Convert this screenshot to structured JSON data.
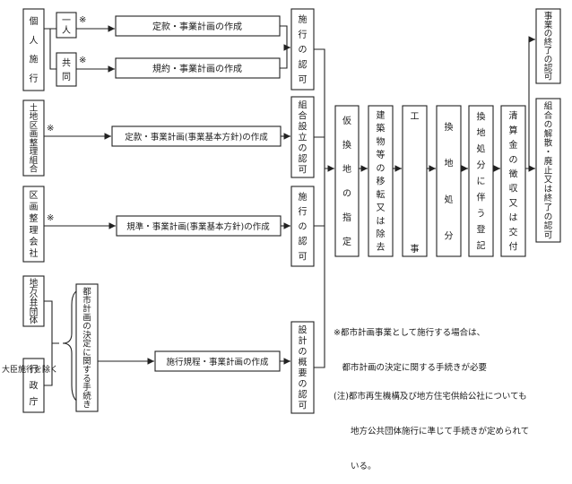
{
  "entities": {
    "individual_group": "個人施行",
    "individual": "一人",
    "joint": "共同",
    "land_readjustment_assoc": "土地区画整理組合",
    "readjustment_company": "区画整理会社",
    "local_government": "地方公共団体",
    "administrative_agency": "行政庁",
    "minister_note": "大臣施行を除く"
  },
  "steps": {
    "articles_plan": "定款・事業計画の作成",
    "rules_plan": "規約・事業計画の作成",
    "articles_plan_policy": "定款・事業計画(事業基本方針)の作成",
    "standards_plan_policy": "規準・事業計画(事業基本方針)の作成",
    "urban_planning_procedure": "都市計画の決定に関する手続き",
    "implementation_rules_plan": "施行規程・事業計画の作成"
  },
  "approvals": {
    "implementation_approval": "施行の認可",
    "assoc_establishment_approval": "組合設立の認可",
    "implementation_approval_2": "施行の認可",
    "design_outline_approval": "設計の概要の認可"
  },
  "phases": {
    "provisional_replot": "仮換地の指定",
    "building_relocation": "建築物等の移転又は除去",
    "construction": "工事",
    "replotting_disposition": "換地処分",
    "registration": "換地処分に伴う登記",
    "settlement": "清算金の徴収又は交付"
  },
  "end_states": {
    "project_completion_approval": "事業の終了の認可",
    "assoc_dissolution": "組合の解散・廃止又は終了の認可"
  },
  "marks": {
    "asterisk": "※"
  },
  "notes": {
    "note1_line1": "※都市計画事業として施行する場合は、",
    "note1_line2": "　都市計画の決定に関する手続きが必要",
    "note2_line1": "(注)都市再生機構及び地方住宅供給公社についても",
    "note2_line2": "　　地方公共団体施行に準じて手続きが定められて",
    "note2_line3": "　　いる。"
  }
}
